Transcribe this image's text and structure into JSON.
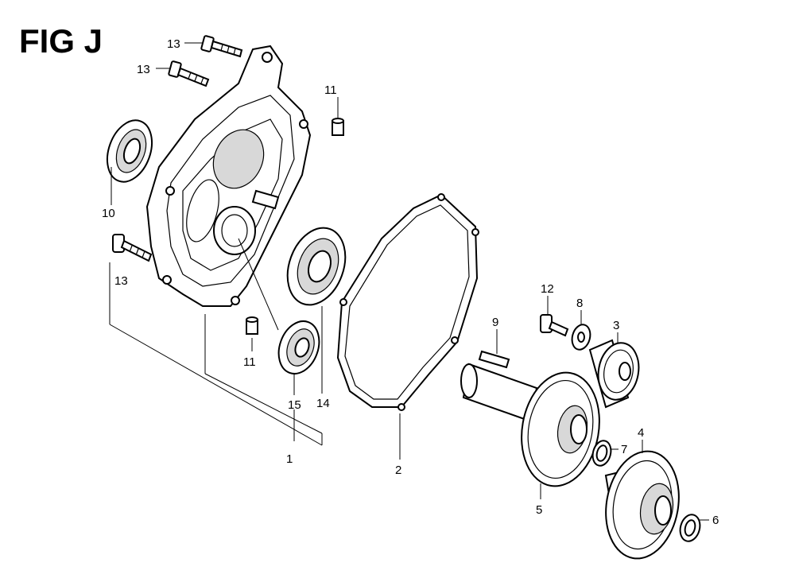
{
  "title": "FIG J",
  "callouts": {
    "c1": "1",
    "c2": "2",
    "c3": "3",
    "c4": "4",
    "c5": "5",
    "c6": "6",
    "c7": "7",
    "c8": "8",
    "c9": "9",
    "c10": "10",
    "c11a": "11",
    "c11b": "11",
    "c12": "12",
    "c13a": "13",
    "c13b": "13",
    "c13c": "13",
    "c14": "14",
    "c15": "15"
  }
}
